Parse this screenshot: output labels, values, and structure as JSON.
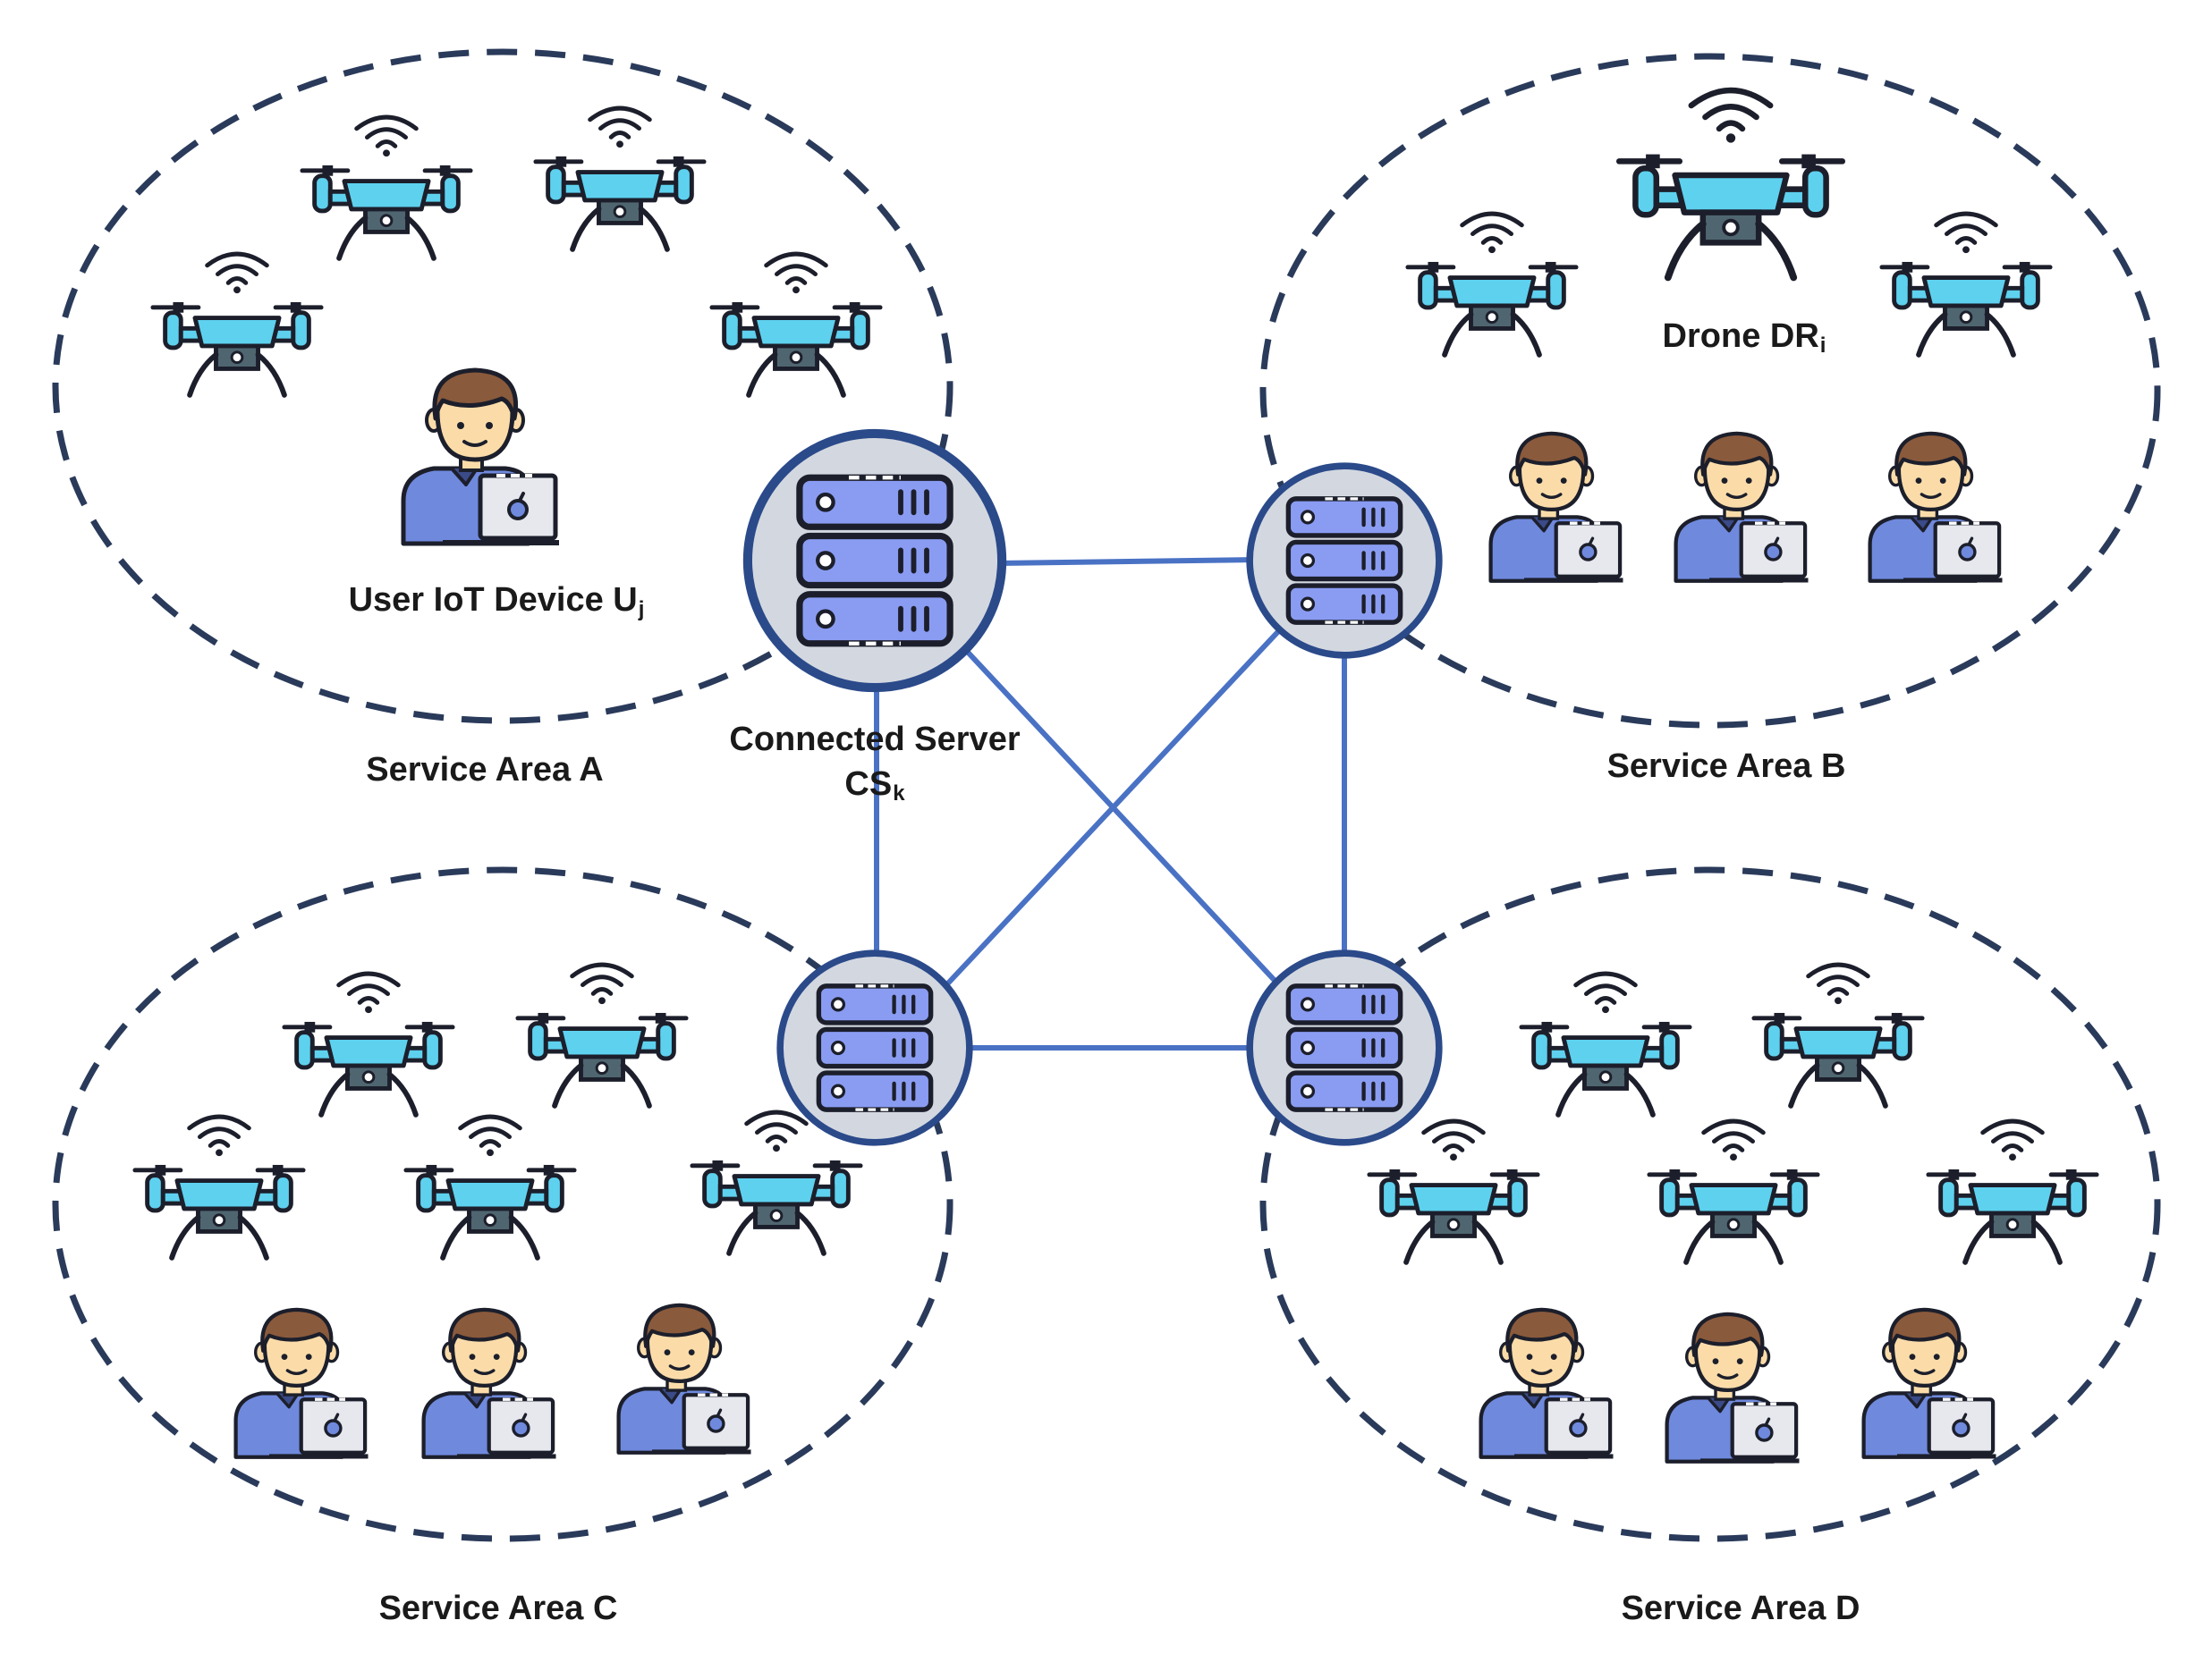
{
  "colors": {
    "dash": "#2a3a5a",
    "link": "#4a72c4",
    "drone": "#5ed1ef",
    "outline": "#1c1f2b",
    "server_bg": "#d3d8e0",
    "server_body": "#8a9cf2",
    "skin": "#fbdca9",
    "hair": "#8a5a3c",
    "shirt": "#6f89dd",
    "laptop": "#e6e8ee"
  },
  "labels": {
    "area_a": "Service Area A",
    "area_b": "Service Area B",
    "area_c": "Service Area C",
    "area_d": "Service Area D",
    "user_device": "User IoT Device U",
    "user_sub": "j",
    "drone": "Drone DR",
    "drone_sub": "i",
    "server": "Connected Server",
    "server_cs": "CS",
    "server_sub": "k"
  },
  "icons": [
    "drone-icon",
    "user-laptop-icon",
    "server-rack-icon"
  ]
}
